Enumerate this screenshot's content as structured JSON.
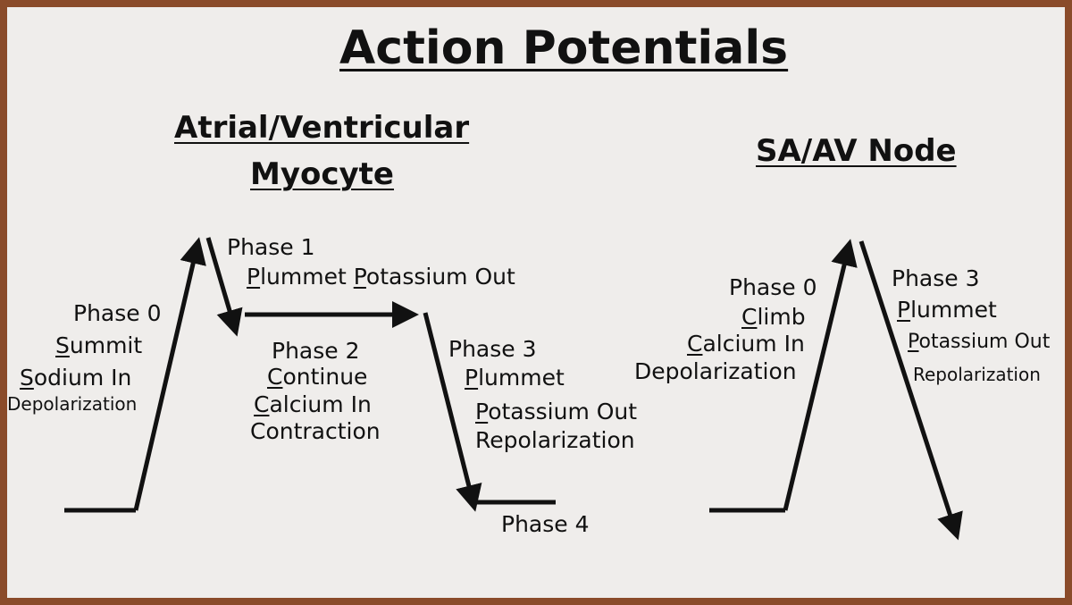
{
  "title": "Action Potentials",
  "myocyte": {
    "heading_line1": "Atrial/Ventricular",
    "heading_line2": "Myocyte",
    "phase0": {
      "name": "Phase 0",
      "m1_initial": "S",
      "m1_rest": "ummit",
      "m2_initial": "S",
      "m2_rest": "odium In",
      "desc": "Depolarization"
    },
    "phase1": {
      "name": "Phase 1",
      "p_initial": "P",
      "p_word": "lummet ",
      "q_initial": "P",
      "q_rest": "otassium Out"
    },
    "phase2": {
      "name": "Phase 2",
      "m1_initial": "C",
      "m1_rest": "ontinue",
      "m2_initial": "C",
      "m2_rest": "alcium In",
      "desc": "Contraction"
    },
    "phase3": {
      "name": "Phase 3",
      "m1_initial": "P",
      "m1_rest": "lummet",
      "m2_initial": "P",
      "m2_rest": "otassium Out",
      "desc": "Repolarization"
    },
    "phase4": {
      "name": "Phase 4"
    }
  },
  "node": {
    "heading": "SA/AV Node",
    "phase0": {
      "name": "Phase 0",
      "m1_initial": "C",
      "m1_rest": "limb",
      "m2_initial": "C",
      "m2_rest": "alcium In",
      "desc": "Depolarization"
    },
    "phase3": {
      "name": "Phase 3",
      "m1_initial": "P",
      "m1_rest": "lummet",
      "m2_initial": "P",
      "m2_rest": "otassium Out",
      "desc": "Repolarization"
    }
  },
  "colors": {
    "ink": "#111111",
    "paper": "#efedeb",
    "border": "#8a4b2a"
  }
}
